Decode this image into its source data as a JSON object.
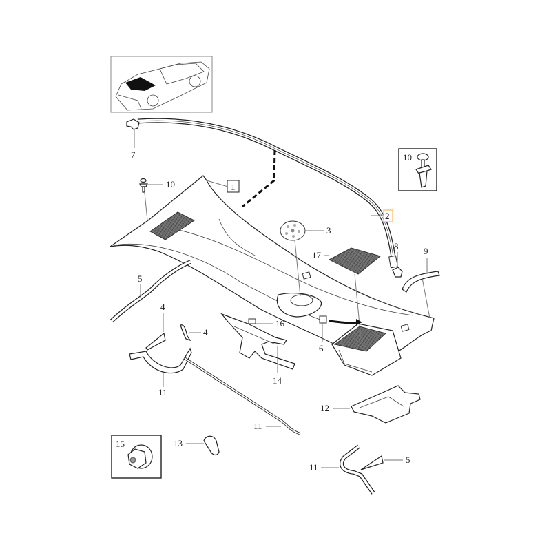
{
  "diagram": {
    "type": "exploded parts diagram",
    "subject": "Windshield cowl / scuttle panel assembly",
    "overview_thumbnail": {
      "label": "car-overview",
      "highlighted_area": "cowl area below windshield"
    },
    "selected_callout": "2",
    "highlight_color": "#f5c66b",
    "callouts": [
      {
        "id": "1",
        "label": "1",
        "boxed": true,
        "part": "cowl panel"
      },
      {
        "id": "2",
        "label": "2",
        "boxed": true,
        "highlighted": true,
        "part": "seal strip"
      },
      {
        "id": "3",
        "label": "3",
        "part": "round grommet plate"
      },
      {
        "id": "4",
        "label": "4",
        "part": "clip"
      },
      {
        "id": "5a",
        "label": "5",
        "part": "wedge pad"
      },
      {
        "id": "5b",
        "label": "5",
        "part": "wedge pad"
      },
      {
        "id": "6",
        "label": "6",
        "part": "seal strip"
      },
      {
        "id": "7",
        "label": "7",
        "part": "square pad"
      },
      {
        "id": "8a",
        "label": "8",
        "part": "end cap"
      },
      {
        "id": "8b",
        "label": "8",
        "part": "end cap"
      },
      {
        "id": "9",
        "label": "9",
        "part": "side trim"
      },
      {
        "id": "10",
        "label": "10",
        "part": "push clip"
      },
      {
        "id": "11a",
        "label": "11",
        "part": "drain hose / rod"
      },
      {
        "id": "11b",
        "label": "11",
        "part": "rod"
      },
      {
        "id": "11c",
        "label": "11",
        "part": "rod"
      },
      {
        "id": "12",
        "label": "12",
        "part": "bracket cover"
      },
      {
        "id": "13",
        "label": "13",
        "part": "clip"
      },
      {
        "id": "14",
        "label": "14",
        "part": "bracket"
      },
      {
        "id": "15",
        "label": "15",
        "part": "flange nut"
      },
      {
        "id": "16",
        "label": "16",
        "part": "square pad"
      },
      {
        "id": "17",
        "label": "17",
        "part": "mesh filter"
      }
    ],
    "detail_boxes": [
      {
        "label": "10",
        "part": "push clip"
      },
      {
        "label": "15",
        "part": "flange nut"
      }
    ]
  }
}
